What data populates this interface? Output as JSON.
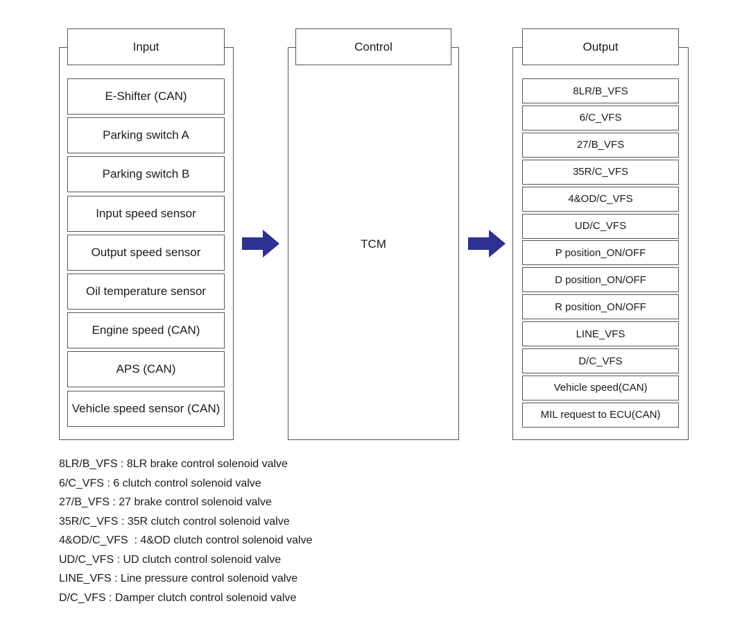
{
  "panels": {
    "input": {
      "title": "Input"
    },
    "control": {
      "title": "Control",
      "center_label": "TCM"
    },
    "output": {
      "title": "Output"
    }
  },
  "input_items": [
    "E-Shifter (CAN)",
    "Parking switch A",
    "Parking switch B",
    "Input speed sensor",
    "Output speed sensor",
    "Oil temperature sensor",
    "Engine speed (CAN)",
    "APS (CAN)",
    "Vehicle speed sensor (CAN)"
  ],
  "output_items": [
    "8LR/B_VFS",
    "6/C_VFS",
    "27/B_VFS",
    "35R/C_VFS",
    "4&OD/C_VFS",
    "UD/C_VFS",
    "P position_ON/OFF",
    "D position_ON/OFF",
    "R position_ON/OFF",
    "LINE_VFS",
    "D/C_VFS",
    "Vehicle speed(CAN)",
    "MIL request to ECU(CAN)"
  ],
  "legend": [
    "8LR/B_VFS : 8LR brake control solenoid valve",
    "6/C_VFS : 6 clutch control solenoid valve",
    "27/B_VFS : 27 brake control solenoid valve",
    "35R/C_VFS : 35R clutch control solenoid valve",
    "4&OD/C_VFS  : 4&OD clutch control solenoid valve",
    "UD/C_VFS : UD clutch control solenoid valve",
    "LINE_VFS : Line pressure control solenoid valve",
    "D/C_VFS : Damper clutch control solenoid valve"
  ],
  "colors": {
    "arrow": "#2e3192",
    "border": "#555555"
  }
}
